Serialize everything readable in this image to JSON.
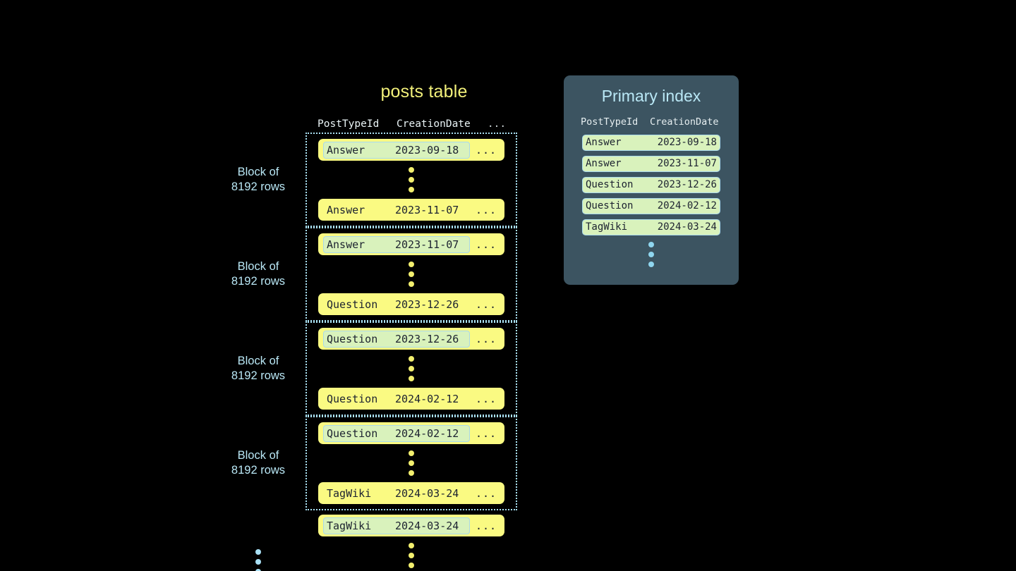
{
  "posts_table": {
    "title": "posts table",
    "columns": {
      "type": "PostTypeId",
      "date": "CreationDate",
      "more": "..."
    },
    "row_more": "...",
    "blocks": [
      {
        "label_line1": "Block of",
        "label_line2": "8192 rows",
        "first_row": {
          "type": "Answer",
          "date": "2023-09-18",
          "highlighted": true
        },
        "last_row": {
          "type": "Answer",
          "date": "2023-11-07",
          "highlighted": false
        }
      },
      {
        "label_line1": "Block of",
        "label_line2": "8192 rows",
        "first_row": {
          "type": "Answer",
          "date": "2023-11-07",
          "highlighted": true
        },
        "last_row": {
          "type": "Question",
          "date": "2023-12-26",
          "highlighted": false
        }
      },
      {
        "label_line1": "Block of",
        "label_line2": "8192 rows",
        "first_row": {
          "type": "Question",
          "date": "2023-12-26",
          "highlighted": true
        },
        "last_row": {
          "type": "Question",
          "date": "2024-02-12",
          "highlighted": false
        }
      },
      {
        "label_line1": "Block of",
        "label_line2": "8192 rows",
        "first_row": {
          "type": "Question",
          "date": "2024-02-12",
          "highlighted": true
        },
        "last_row": {
          "type": "TagWiki",
          "date": "2024-03-24",
          "highlighted": false
        }
      }
    ],
    "tail_row": {
      "type": "TagWiki",
      "date": "2024-03-24",
      "highlighted": true
    }
  },
  "primary_index": {
    "title": "Primary index",
    "columns": {
      "type": "PostTypeId",
      "date": "CreationDate"
    },
    "rows": [
      {
        "type": "Answer",
        "date": "2023-09-18"
      },
      {
        "type": "Answer",
        "date": "2023-11-07"
      },
      {
        "type": "Question",
        "date": "2023-12-26"
      },
      {
        "type": "Question",
        "date": "2024-02-12"
      },
      {
        "type": "TagWiki",
        "date": "2024-03-24"
      }
    ]
  },
  "colors": {
    "background": "#000000",
    "row_yellow": "#fafa82",
    "highlight_green": "#d9f2bc",
    "highlight_border": "#a9d9ec",
    "block_border": "#a9e0f2",
    "accent_blue": "#b9e7f5",
    "title_yellow": "#f2f07a",
    "panel_slate": "#3c5461"
  }
}
